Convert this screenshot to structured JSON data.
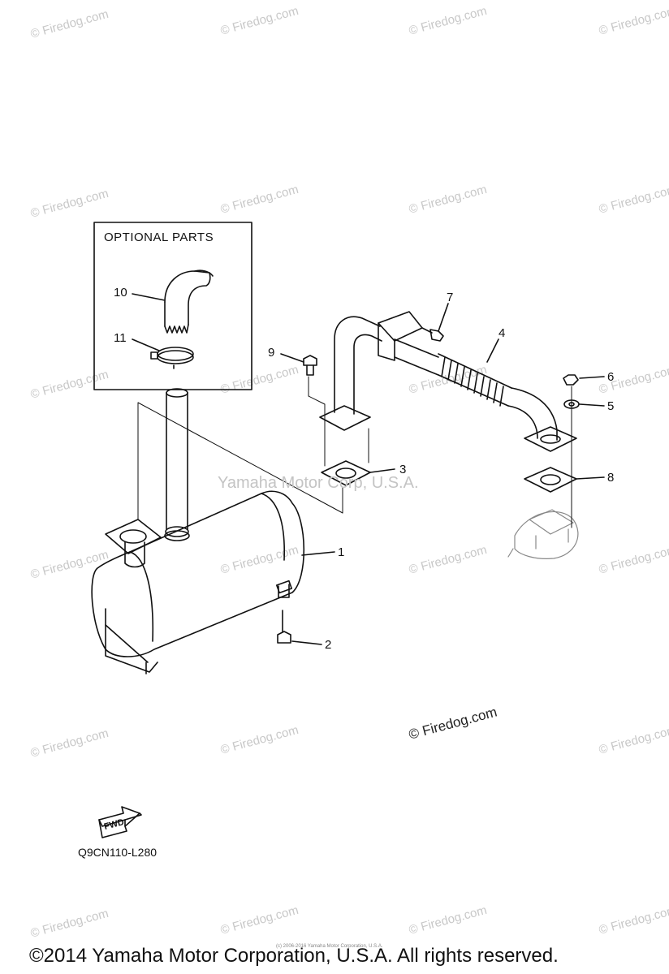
{
  "watermark": "© Firedog.com",
  "center_watermark": "Yamaha Motor Corp, U.S.A.",
  "firedog_label": "© Firedog.com",
  "optional_box_title": "OPTIONAL PARTS",
  "callouts": [
    "1",
    "2",
    "3",
    "4",
    "5",
    "6",
    "7",
    "8",
    "9",
    "10",
    "11"
  ],
  "fwd_label": "FWD",
  "diagram_code": "Q9CN110-L280",
  "tiny_copyright": "(c) 2006-2016 Yamaha Motor Corporation, U.S.A.",
  "copyright": "©2014 Yamaha Motor Corporation, U.S.A. All rights reserved."
}
